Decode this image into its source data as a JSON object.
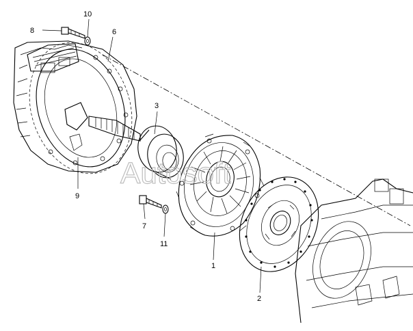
{
  "watermark": "Autosoft",
  "callouts": [
    {
      "id": "c1",
      "text": "1"
    },
    {
      "id": "c2",
      "text": "2"
    },
    {
      "id": "c3",
      "text": "3"
    },
    {
      "id": "c6",
      "text": "6"
    },
    {
      "id": "c7",
      "text": "7"
    },
    {
      "id": "c8",
      "text": "8"
    },
    {
      "id": "c9",
      "text": "9"
    },
    {
      "id": "c10",
      "text": "10"
    },
    {
      "id": "c11",
      "text": "11"
    }
  ]
}
